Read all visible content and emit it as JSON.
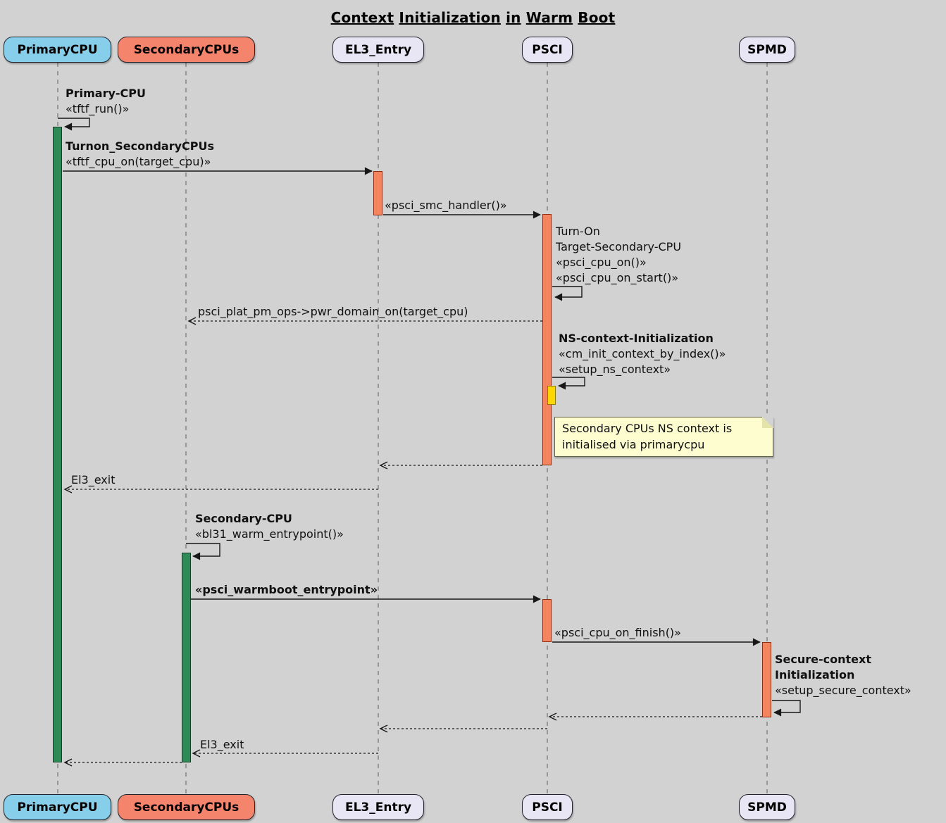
{
  "diagram": {
    "title": "Context Initialization in Warm Boot"
  },
  "participants": [
    {
      "label": "PrimaryCPU",
      "fill": "#87ceeb"
    },
    {
      "label": "SecondaryCPUs",
      "fill": "#f4846c"
    },
    {
      "label": "EL3_Entry",
      "fill": "#e8e6f4"
    },
    {
      "label": "PSCI",
      "fill": "#e8e6f4"
    },
    {
      "label": "SPMD",
      "fill": "#e8e6f4"
    }
  ],
  "messages": [
    {
      "line1": "Primary-CPU",
      "line2": "«tftf_run()»"
    },
    {
      "line1": "Turnon_SecondaryCPUs",
      "line2": "«tftf_cpu_on(target_cpu)»"
    },
    {
      "line1": "«psci_smc_handler()»"
    },
    {
      "line1": "Turn-On",
      "line2": "Target-Secondary-CPU",
      "line3": "«psci_cpu_on()»",
      "line4": "«psci_cpu_on_start()»"
    },
    {
      "line1": "psci_plat_pm_ops->pwr_domain_on(target_cpu)"
    },
    {
      "line1": "NS-context-Initialization",
      "line2": "«cm_init_context_by_index()»",
      "line3": "«setup_ns_context»"
    },
    {
      "line1": "El3_exit"
    },
    {
      "line1": "Secondary-CPU",
      "line2": "«bl31_warm_entrypoint()»"
    },
    {
      "line1": "«psci_warmboot_entrypoint»"
    },
    {
      "line1": "«psci_cpu_on_finish()»"
    },
    {
      "line1": "Secure-context",
      "line2": "Initialization",
      "line3": "«setup_secure_context»"
    },
    {
      "line1": "El3_exit"
    }
  ],
  "note": {
    "line1": "Secondary CPUs NS context is",
    "line2": "initialised via primarycpu"
  },
  "colors": {
    "background": "#d2d2d2",
    "primary_cpu_fill": "#87ceeb",
    "secondary_cpu_fill": "#f4846c",
    "neutral_participant_fill": "#e8e6f4",
    "activation_green": "#2e8b57",
    "activation_orange": "#f4845e",
    "activation_yellow": "#ffd700",
    "note_fill": "#fdfdd0",
    "line_color": "#181818"
  }
}
